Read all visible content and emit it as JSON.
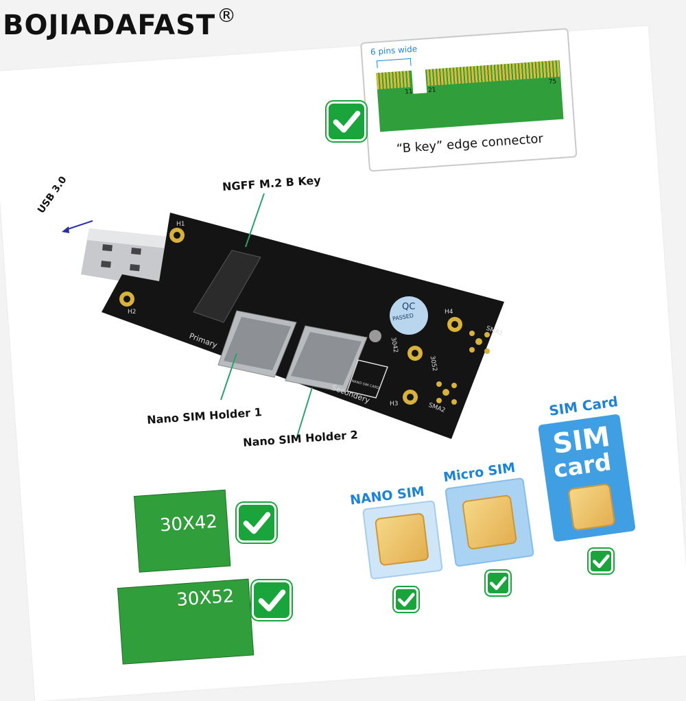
{
  "brand": {
    "name": "BOJIADAFAST",
    "mark": "®"
  },
  "edge_connector": {
    "width_label": "6 pins wide",
    "pin_11": "11",
    "pin_21": "21",
    "pin_75": "75",
    "caption": "“B key” edge connector"
  },
  "board": {
    "callout_m2": "NGFF M.2 B Key",
    "callout_usb": "USB 3.0",
    "callout_sim1": "Nano SIM Holder 1",
    "callout_sim2": "Nano SIM Holder 2",
    "silk_primary": "Primary",
    "silk_secondary": "Secondery",
    "silk_3042": "3042",
    "silk_3052": "3052",
    "silk_h1": "H1",
    "silk_h2": "H2",
    "silk_h3": "H3",
    "silk_h4": "H4",
    "silk_sma1": "SMA1",
    "silk_sma2": "SMA2",
    "qc_top": "QC",
    "qc_bottom": "PASSED",
    "sim_arrow_label": "NANO SIM CARD"
  },
  "modules": [
    {
      "size": "30X42"
    },
    {
      "size": "30X52"
    }
  ],
  "sim_types": {
    "nano": "NANO SIM",
    "micro": "Micro SIM",
    "full_title": "SIM Card",
    "full_word1": "SIM",
    "full_word2": "card"
  },
  "colors": {
    "pcb": "#111111",
    "module_green": "#2f9e3b",
    "check_green": "#19a53c",
    "sim_blue": "#1c83d6",
    "gold": "#d8b23a"
  }
}
